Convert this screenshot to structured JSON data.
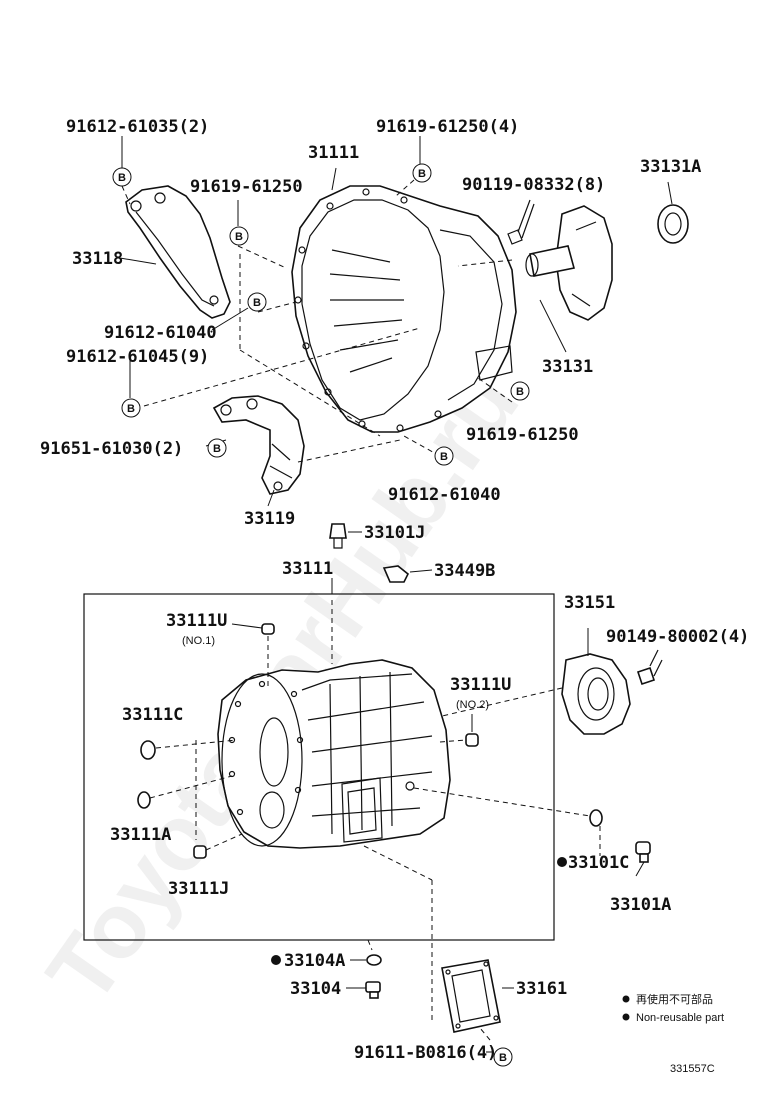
{
  "watermark": "ToyotaCarHub.ru",
  "circle_symbol": "B",
  "notes": {
    "non_reusable_jp": "再使用不可部品",
    "non_reusable_en": "Non-reusable part",
    "diagram_code": "331557C"
  },
  "labels": {
    "p91612_61035": "91612-61035(2)",
    "p91619_61250_4": "91619-61250(4)",
    "p31111": "31111",
    "p91619_61250_a": "91619-61250",
    "p90119_08332": "90119-08332(8)",
    "p33131A": "33131A",
    "p33118": "33118",
    "p91612_61040_a": "91612-61040",
    "p91612_61045": "91612-61045(9)",
    "p33131": "33131",
    "p91651_61030": "91651-61030(2)",
    "p91619_61250_b": "91619-61250",
    "p91612_61040_b": "91612-61040",
    "p33119": "33119",
    "p33101J": "33101J",
    "p33111": "33111",
    "p33449B": "33449B",
    "p33111U_1": "33111U",
    "no1": "(NO.1)",
    "p33151": "33151",
    "p90149_80002": "90149-80002(4)",
    "p33111U_2": "33111U",
    "no2": "(NO.2)",
    "p33111C": "33111C",
    "p33111A": "33111A",
    "p33101C": "33101C",
    "p33111J": "33111J",
    "p33101A": "33101A",
    "p33104A": "33104A",
    "p33104": "33104",
    "p33161": "33161",
    "p91611_B0816": "91611-B0816(4)"
  }
}
